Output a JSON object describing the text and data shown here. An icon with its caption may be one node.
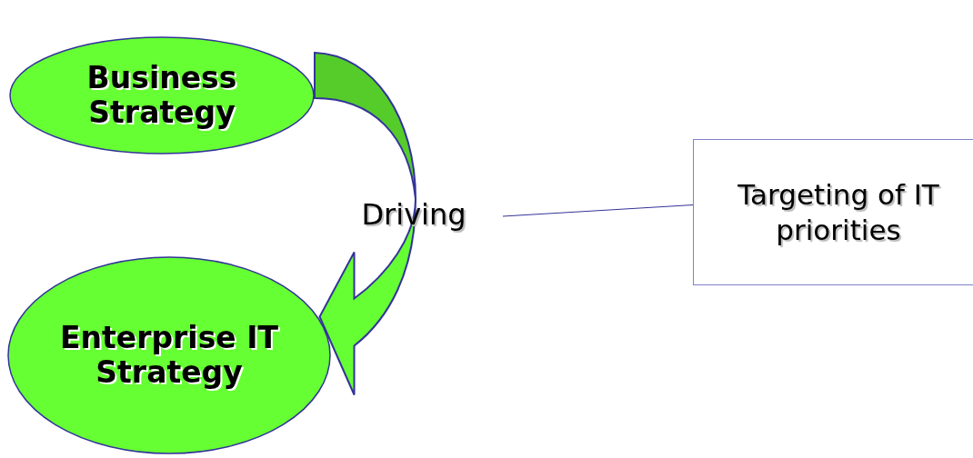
{
  "diagram": {
    "nodes": [
      {
        "text": [
          "Business Strategy"
        ]
      },
      {
        "text": [
          "Enterprise IT Strategy"
        ]
      },
      {
        "text": [
          "Driving"
        ]
      },
      {
        "text": [
          "Targeting of IT priorities"
        ]
      }
    ],
    "edges": [
      {
        "from": 0,
        "to": 1,
        "arrow": "to"
      },
      {
        "from": 2,
        "to": 3,
        "arrow": "none"
      }
    ]
  }
}
